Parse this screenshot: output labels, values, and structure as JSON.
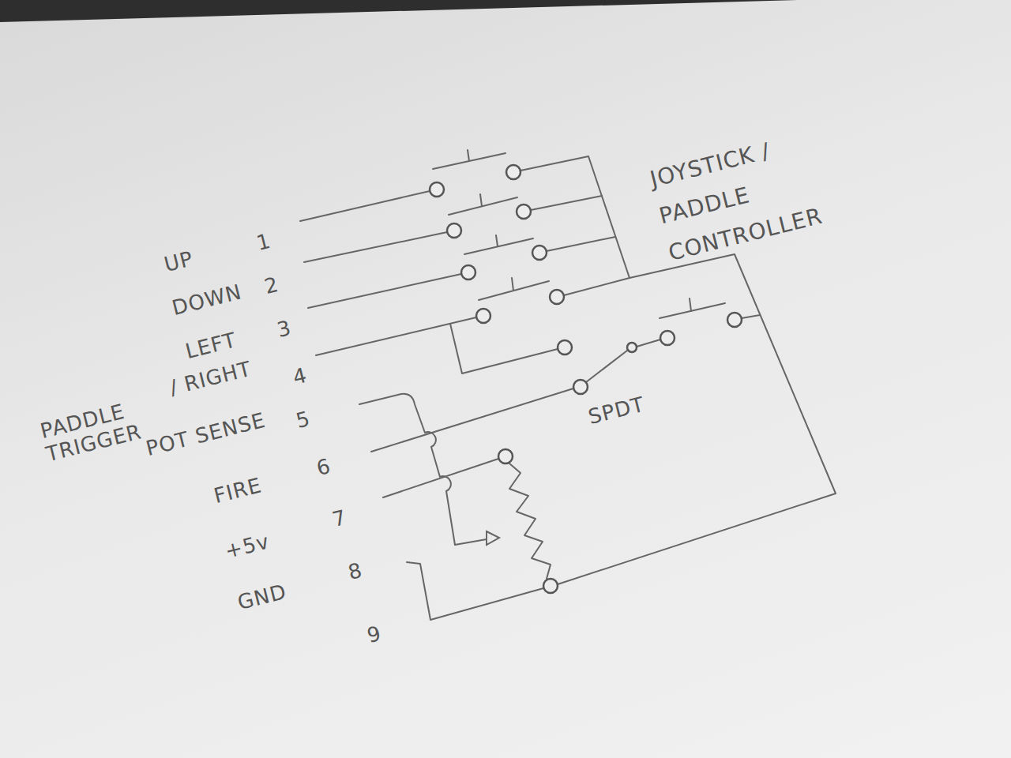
{
  "diagram": {
    "title": "JOYSTICK / PADDLE CONTROLLER",
    "labels": [
      "UP",
      "1",
      "DOWN",
      "2",
      "LEFT",
      "3",
      "PADDLE TRIGGER",
      "/ RIGHT",
      "4",
      "POT SENSE",
      "5",
      "FIRE",
      "6",
      "+5v",
      "7",
      "GND",
      "8",
      "9",
      "SPDT"
    ]
  }
}
